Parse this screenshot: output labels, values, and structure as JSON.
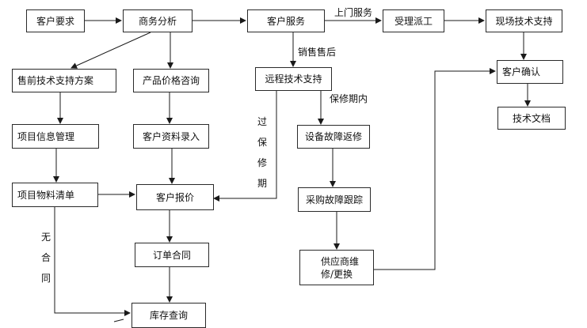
{
  "nodes": {
    "customer_request": "客户要求",
    "business_analysis": "商务分析",
    "customer_service": "客户服务",
    "accept_dispatch": "受理派工",
    "onsite_support": "现场技术支持",
    "presales_support": "售前技术支持方案",
    "price_inquiry": "产品价格咨询",
    "remote_support": "远程技术支持",
    "customer_confirm": "客户确认",
    "tech_docs": "技术文档",
    "project_info": "项目信息管理",
    "customer_data_entry": "客户资料录入",
    "repair_return": "设备故障返修",
    "project_materials": "项目物料清单",
    "customer_quote": "客户报价",
    "purchase_tracking": "采购故障跟踪",
    "supplier_repair": "供应商维修/更换",
    "order_contract": "订单合同",
    "inventory_query": "库存查询"
  },
  "labels": {
    "onsite_service": "上门服务",
    "after_sales": "销售售后",
    "in_warranty": "保修期内",
    "out_of_warranty": "过保修期",
    "no_contract": "无合同"
  }
}
